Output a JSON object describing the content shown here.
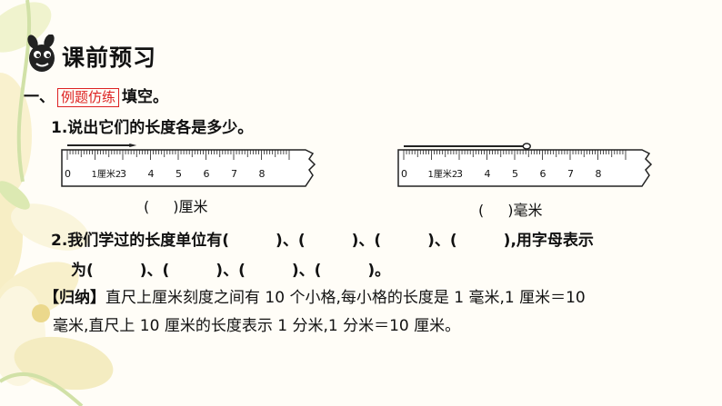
{
  "header": {
    "title": "课前预习"
  },
  "section": {
    "number": "一、",
    "tag": "例题仿练",
    "instruction": "填空。"
  },
  "q1": {
    "text": "1.说出它们的长度各是多少。",
    "ruler_left": {
      "ticks": [
        "0",
        "1厘米2",
        "3",
        "4",
        "5",
        "6",
        "7",
        "8"
      ],
      "object_length_cm": 2.5,
      "answer_open": "(",
      "answer_close": ")厘米"
    },
    "ruler_right": {
      "ticks": [
        "0",
        "1厘米2",
        "3",
        "4",
        "5",
        "6",
        "7",
        "8"
      ],
      "object_length_cm": 4.5,
      "answer_open": "(",
      "answer_close": ")毫米"
    }
  },
  "q2": {
    "line1": "2.我们学过的长度单位有(　　　)、(　　　)、(　　　)、(　　　),用字母表示",
    "line2": "为(　　　)、(　　　)、(　　　)、(　　　)。"
  },
  "summary": {
    "label": "【归纳】",
    "line1": "直尺上厘米刻度之间有 10 个小格,每小格的长度是 1 毫米,1 厘米＝10",
    "line2": "毫米,直尺上 10 厘米的长度表示 1 分米,1 分米＝10 厘米。"
  },
  "colors": {
    "tag": "#d22222",
    "flower": "#f6ecb8",
    "leaf": "#c9dd9a"
  }
}
